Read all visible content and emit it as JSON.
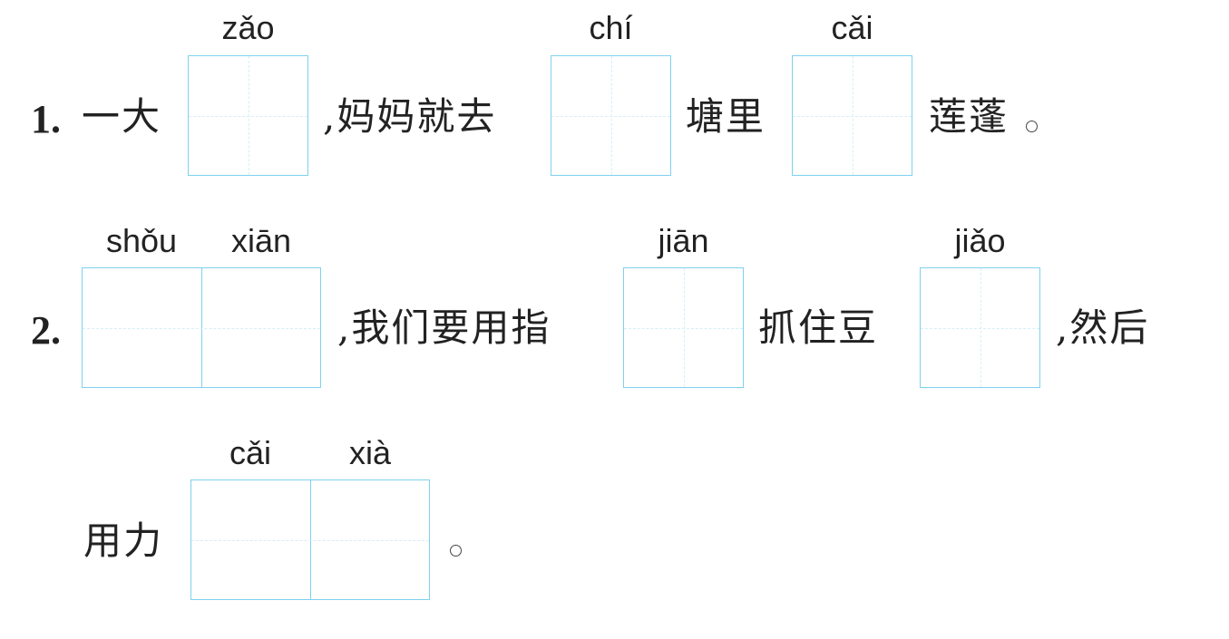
{
  "item1": {
    "number": "1.",
    "text_a": "一大",
    "text_b": ",妈妈就去",
    "text_c": "塘里",
    "text_d": "莲蓬",
    "blanks": [
      {
        "pinyin": "zǎo"
      },
      {
        "pinyin": "chí"
      },
      {
        "pinyin": "cǎi"
      }
    ]
  },
  "item2": {
    "number": "2.",
    "text_a": ",我们要用指",
    "text_b": "抓住豆",
    "text_c": ",然后",
    "text_d": "用力",
    "blanks": [
      {
        "pinyin": "shǒu"
      },
      {
        "pinyin": "xiān"
      },
      {
        "pinyin": "jiān"
      },
      {
        "pinyin": "jiǎo"
      },
      {
        "pinyin": "cǎi"
      },
      {
        "pinyin": "xià"
      }
    ]
  }
}
